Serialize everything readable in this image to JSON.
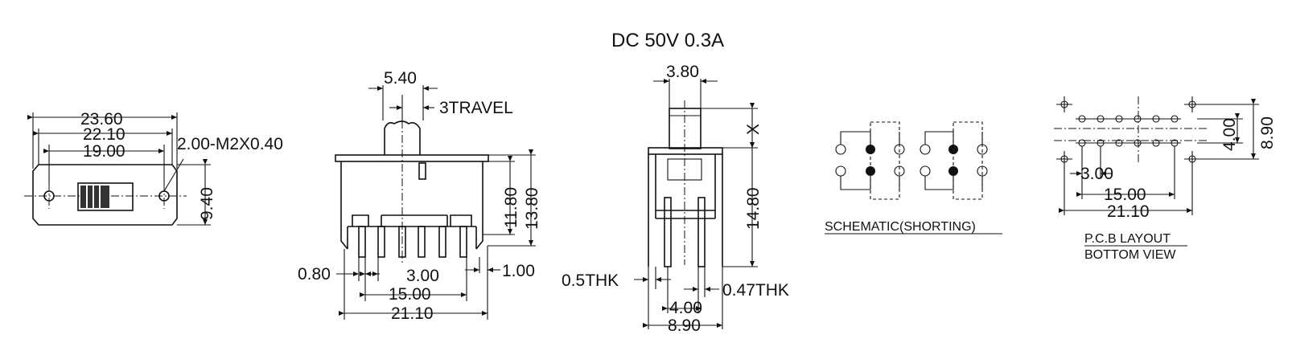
{
  "rating": "DC  50V  0.3A",
  "top_view": {
    "dims": [
      "23.60",
      "22.10",
      "19.00",
      "2.00-M2X0.40",
      "9.40"
    ]
  },
  "front_view": {
    "dims": [
      "5.40",
      "3TRAVEL",
      "11.80",
      "13.80",
      "0.80",
      "3.00",
      "1.00",
      "15.00",
      "21.10"
    ]
  },
  "side_view": {
    "dims": [
      "3.80",
      "X",
      "14.80",
      "0.5THK",
      "0.47THK",
      "4.00",
      "8.90"
    ]
  },
  "schematic": {
    "label": "SCHEMATIC(SHORTING)"
  },
  "pcb_layout": {
    "dims": [
      "4.00",
      "8.90",
      "3.00",
      "15.00",
      "21.10"
    ],
    "label_line1": "P.C.B LAYOUT",
    "label_line2": "BOTTOM VIEW"
  }
}
